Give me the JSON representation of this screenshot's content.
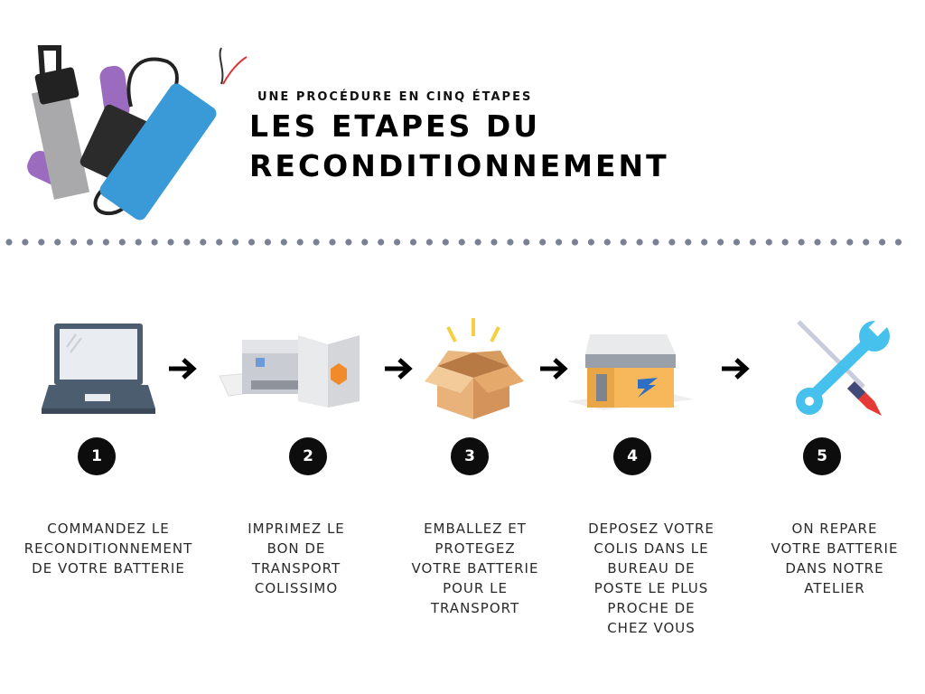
{
  "header": {
    "subtitle": "UNE PROCÉDURE EN CINQ ÉTAPES",
    "title_line1": "LES ETAPES DU",
    "title_line2": "RECONDITIONNEMENT"
  },
  "colors": {
    "dots": "#7b8194",
    "accent_blue": "#3ca7de",
    "badge": "#0d0d0d"
  },
  "steps": [
    {
      "number": "1",
      "icon": "laptop-icon",
      "text": "COMMANDEZ LE\nRECONDITIONNEMENT\nDE VOTRE BATTERIE"
    },
    {
      "number": "2",
      "icon": "printer-icon",
      "text": "IMPRIMEZ LE\nBON DE\nTRANSPORT\nCOLISSIMO"
    },
    {
      "number": "3",
      "icon": "box-icon",
      "text": "EMBALLEZ ET\nPROTEGEZ\nVOTRE BATTERIE\nPOUR LE\nTRANSPORT"
    },
    {
      "number": "4",
      "icon": "post-office-icon",
      "text": "DEPOSEZ VOTRE\nCOLIS DANS LE\nBUREAU DE\nPOSTE LE PLUS\nPROCHE  DE\nCHEZ VOUS"
    },
    {
      "number": "5",
      "icon": "tools-icon",
      "text": "ON REPARE\nVOTRE BATTERIE\nDANS NOTRE\nATELIER"
    }
  ]
}
